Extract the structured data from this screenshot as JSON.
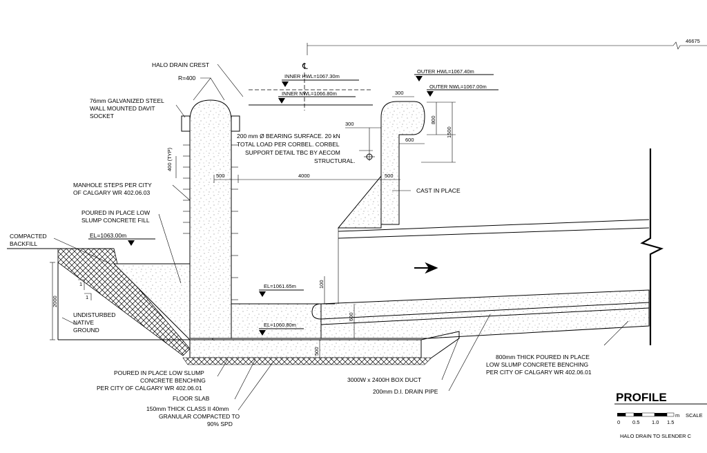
{
  "dimension_top": "46675",
  "centerline_symbol": "℄",
  "labels": {
    "halo_drain_crest": "HALO DRAIN CREST",
    "radius": "R=400",
    "davit_1": "76mm GALVANIZED STEEL",
    "davit_2": "WALL MOUNTED DAVIT",
    "davit_3": "SOCKET",
    "inner_hwl": "INNER HWL=1067.30m",
    "inner_nwl": "INNER NWL=1066.80m",
    "outer_hwl": "OUTER HWL=1067.40m",
    "outer_nwl": "OUTER NWL=1067.00m",
    "bearing_1": "200 mm Ø BEARING SURFACE. 20 kN",
    "bearing_2": "TOTAL LOAD PER CORBEL. CORBEL",
    "bearing_3": "SUPPORT DETAIL TBC BY AECOM",
    "bearing_4": "STRUCTURAL.",
    "manhole_1": "MANHOLE STEPS PER CITY",
    "manhole_2": "OF CALGARY WR 402.06.03",
    "fill_1": "POURED IN PLACE LOW",
    "fill_2": "SLUMP CONCRETE FILL",
    "compacted_1": "COMPACTED",
    "compacted_2": "BACKFILL",
    "el_1063": "EL=1063.00m",
    "cast_in_place": "CAST IN PLACE",
    "el_1061": "EL=1061.65m",
    "el_1060": "EL=1060.80m",
    "native_1": "UNDISTURBED",
    "native_2": "NATIVE",
    "native_3": "GROUND",
    "bench_1": "POURED IN PLACE LOW SLUMP",
    "bench_2": "CONCRETE BENCHING",
    "bench_3": "PER CITY OF CALGARY WR 402.06.01",
    "floor_slab": "FLOOR SLAB",
    "granular_1": "150mm THICK CLASS II 40mm",
    "granular_2": "GRANULAR COMPACTED TO",
    "granular_3": "90% SPD",
    "box_duct": "3000W x 2400H BOX DUCT",
    "drain_pipe": "200mm D.I. DRAIN PIPE",
    "thick_1": "800mm THICK POURED IN PLACE",
    "thick_2": "LOW SLUMP CONCRETE BENCHING",
    "thick_3": "PER CITY OF CALGARY WR 402.06.01"
  },
  "dims": {
    "d300a": "300",
    "d300b": "300",
    "d800": "800",
    "d1500": "1500",
    "d600": "600",
    "d400typ": "400 (TYP)",
    "d500a": "500",
    "d4000": "4000",
    "d500b": "500",
    "d100": "100",
    "d600b": "600",
    "d500c": "500",
    "d2000": "2000",
    "slope1": "1",
    "slope2": "1"
  },
  "profile": {
    "title": "PROFILE",
    "scale_ticks": [
      "0",
      "0.5",
      "1.0",
      "1.5"
    ],
    "scale_unit": "m",
    "scale_label": "SCALE",
    "subtitle": "HALO DRAIN TO SLENDER C"
  }
}
